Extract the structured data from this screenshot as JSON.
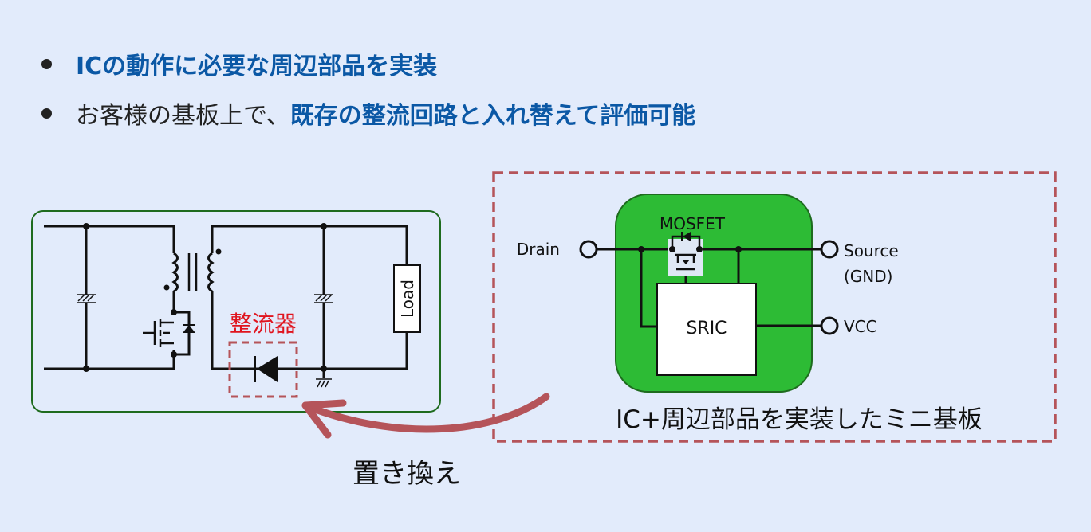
{
  "bullets": [
    {
      "segments": [
        {
          "text": "ICの動作に必要な周辺部品を実装",
          "highlight": true
        }
      ]
    },
    {
      "segments": [
        {
          "text": "お客様の基板上で、",
          "highlight": false
        },
        {
          "text": "既存の整流回路と入れ替えて評価可能",
          "highlight": true
        }
      ]
    }
  ],
  "left_circuit": {
    "rectifier_label": "整流器",
    "load_label": "Load"
  },
  "mini_board": {
    "mosfet_label": "MOSFET",
    "ic_label": "SRIC",
    "pins": {
      "drain": "Drain",
      "source": "Source",
      "source_sub": "(GND)",
      "vcc": "VCC"
    },
    "caption": "IC+周辺部品を実装したミニ基板"
  },
  "arrow_label": "置き換え",
  "colors": {
    "highlight_text": "#0b58a5",
    "board_green": "#2dbb35",
    "left_box_border": "#1e6b1e",
    "dashed_red": "#b5545a",
    "rectifier_red": "#e0141e"
  }
}
